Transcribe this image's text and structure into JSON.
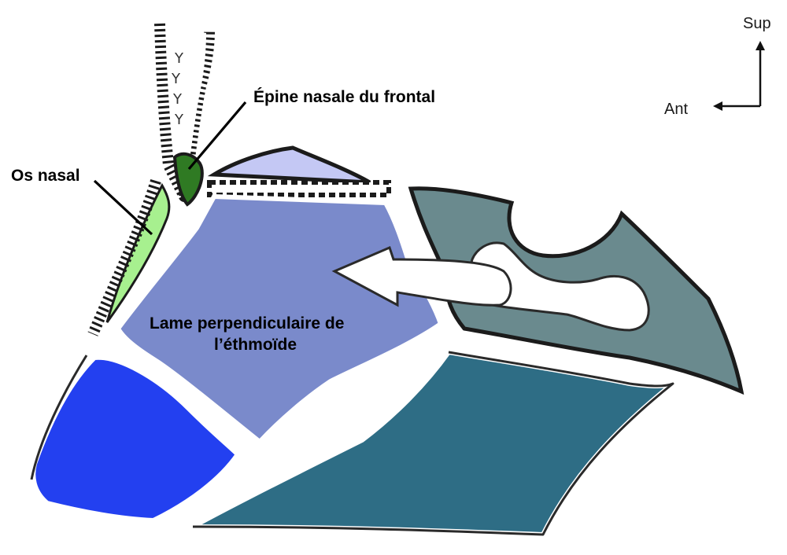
{
  "labels": {
    "epine_nasale": "Épine nasale du frontal",
    "os_nasal": "Os nasal",
    "lame_line1": "Lame perpendiculaire de",
    "lame_line2": "l’éthmoïde"
  },
  "orientation": {
    "sup": "Sup",
    "ant": "Ant"
  },
  "colors": {
    "epine_nasale_du_frontal": "#2f7a23",
    "os_nasal": "#a7f08f",
    "lame_perpendiculaire": "#7a8acb",
    "crista_galli_region": "#c4c8f4",
    "top_right_region": "#6a8a8e",
    "bottom_right_region": "#2e6d85",
    "bottom_left_region": "#2340f0"
  }
}
